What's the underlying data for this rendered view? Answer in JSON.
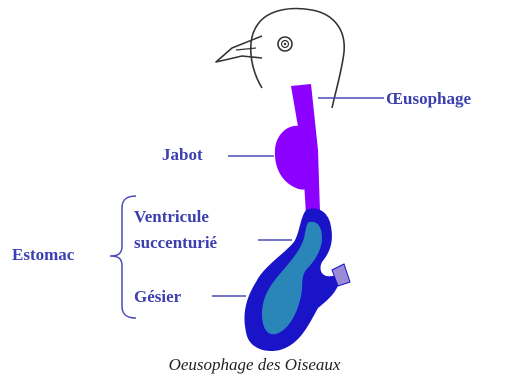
{
  "labels": {
    "oesophage": "Œusophage",
    "jabot": "Jabot",
    "estomac": "Estomac",
    "ventricule_line1": "Ventricule",
    "ventricule_line2": "succenturié",
    "gesier": "Gésier"
  },
  "caption": "Oeusophage des Oiseaux",
  "colors": {
    "label_text": "#3b3fb0",
    "caption_text": "#222222",
    "oesophagus_crop": "#8b00ff",
    "stomach_outer": "#1a14c8",
    "stomach_inner": "#2a86b8",
    "intestine": "#9a8ad8",
    "bird_outline": "#333333",
    "leader_line": "#4a4ab8"
  },
  "icons": {
    "head": "bird-head-outline",
    "eye": "bird-eye"
  }
}
